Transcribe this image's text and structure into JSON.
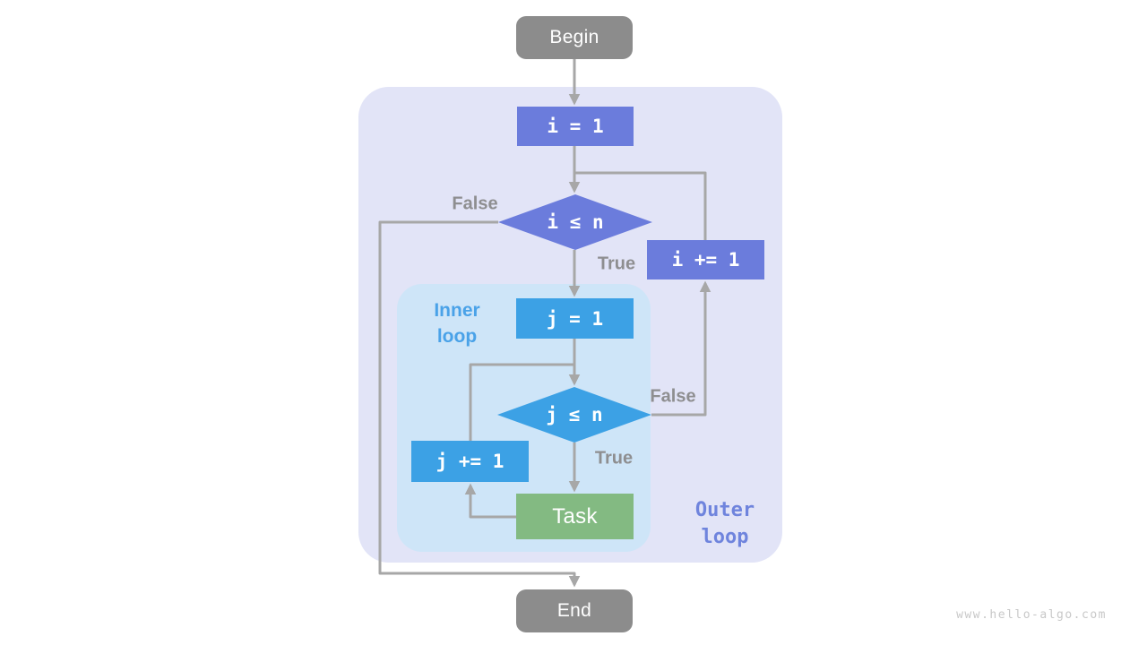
{
  "diagram": {
    "nodes": {
      "begin": "Begin",
      "init_i": "i = 1",
      "cond_i": "i ≤ n",
      "incr_i": "i += 1",
      "init_j": "j = 1",
      "cond_j": "j ≤ n",
      "incr_j": "j += 1",
      "task": "Task",
      "end": "End"
    },
    "edge_labels": {
      "outer_false": "False",
      "outer_true": "True",
      "inner_false": "False",
      "inner_true": "True"
    },
    "regions": {
      "inner_label": "Inner\nloop",
      "outer_label": "Outer\nloop"
    }
  },
  "watermark": "www.hello-algo.com",
  "theme": {
    "page_bg": "#ffffff",
    "purple": "#6b7cdc",
    "blue": "#3ca1e5",
    "green": "#83ba82",
    "gray_node": "#8c8c8c",
    "outer_bg": "#e2e4f7",
    "inner_bg": "#cee5f8",
    "line": "#a7a7a7",
    "edge_label": "#8e8e90",
    "inner_label_color": "#4aa2e8",
    "outer_label_color": "#6f84dd",
    "watermark_color": "#c8c8c8"
  }
}
